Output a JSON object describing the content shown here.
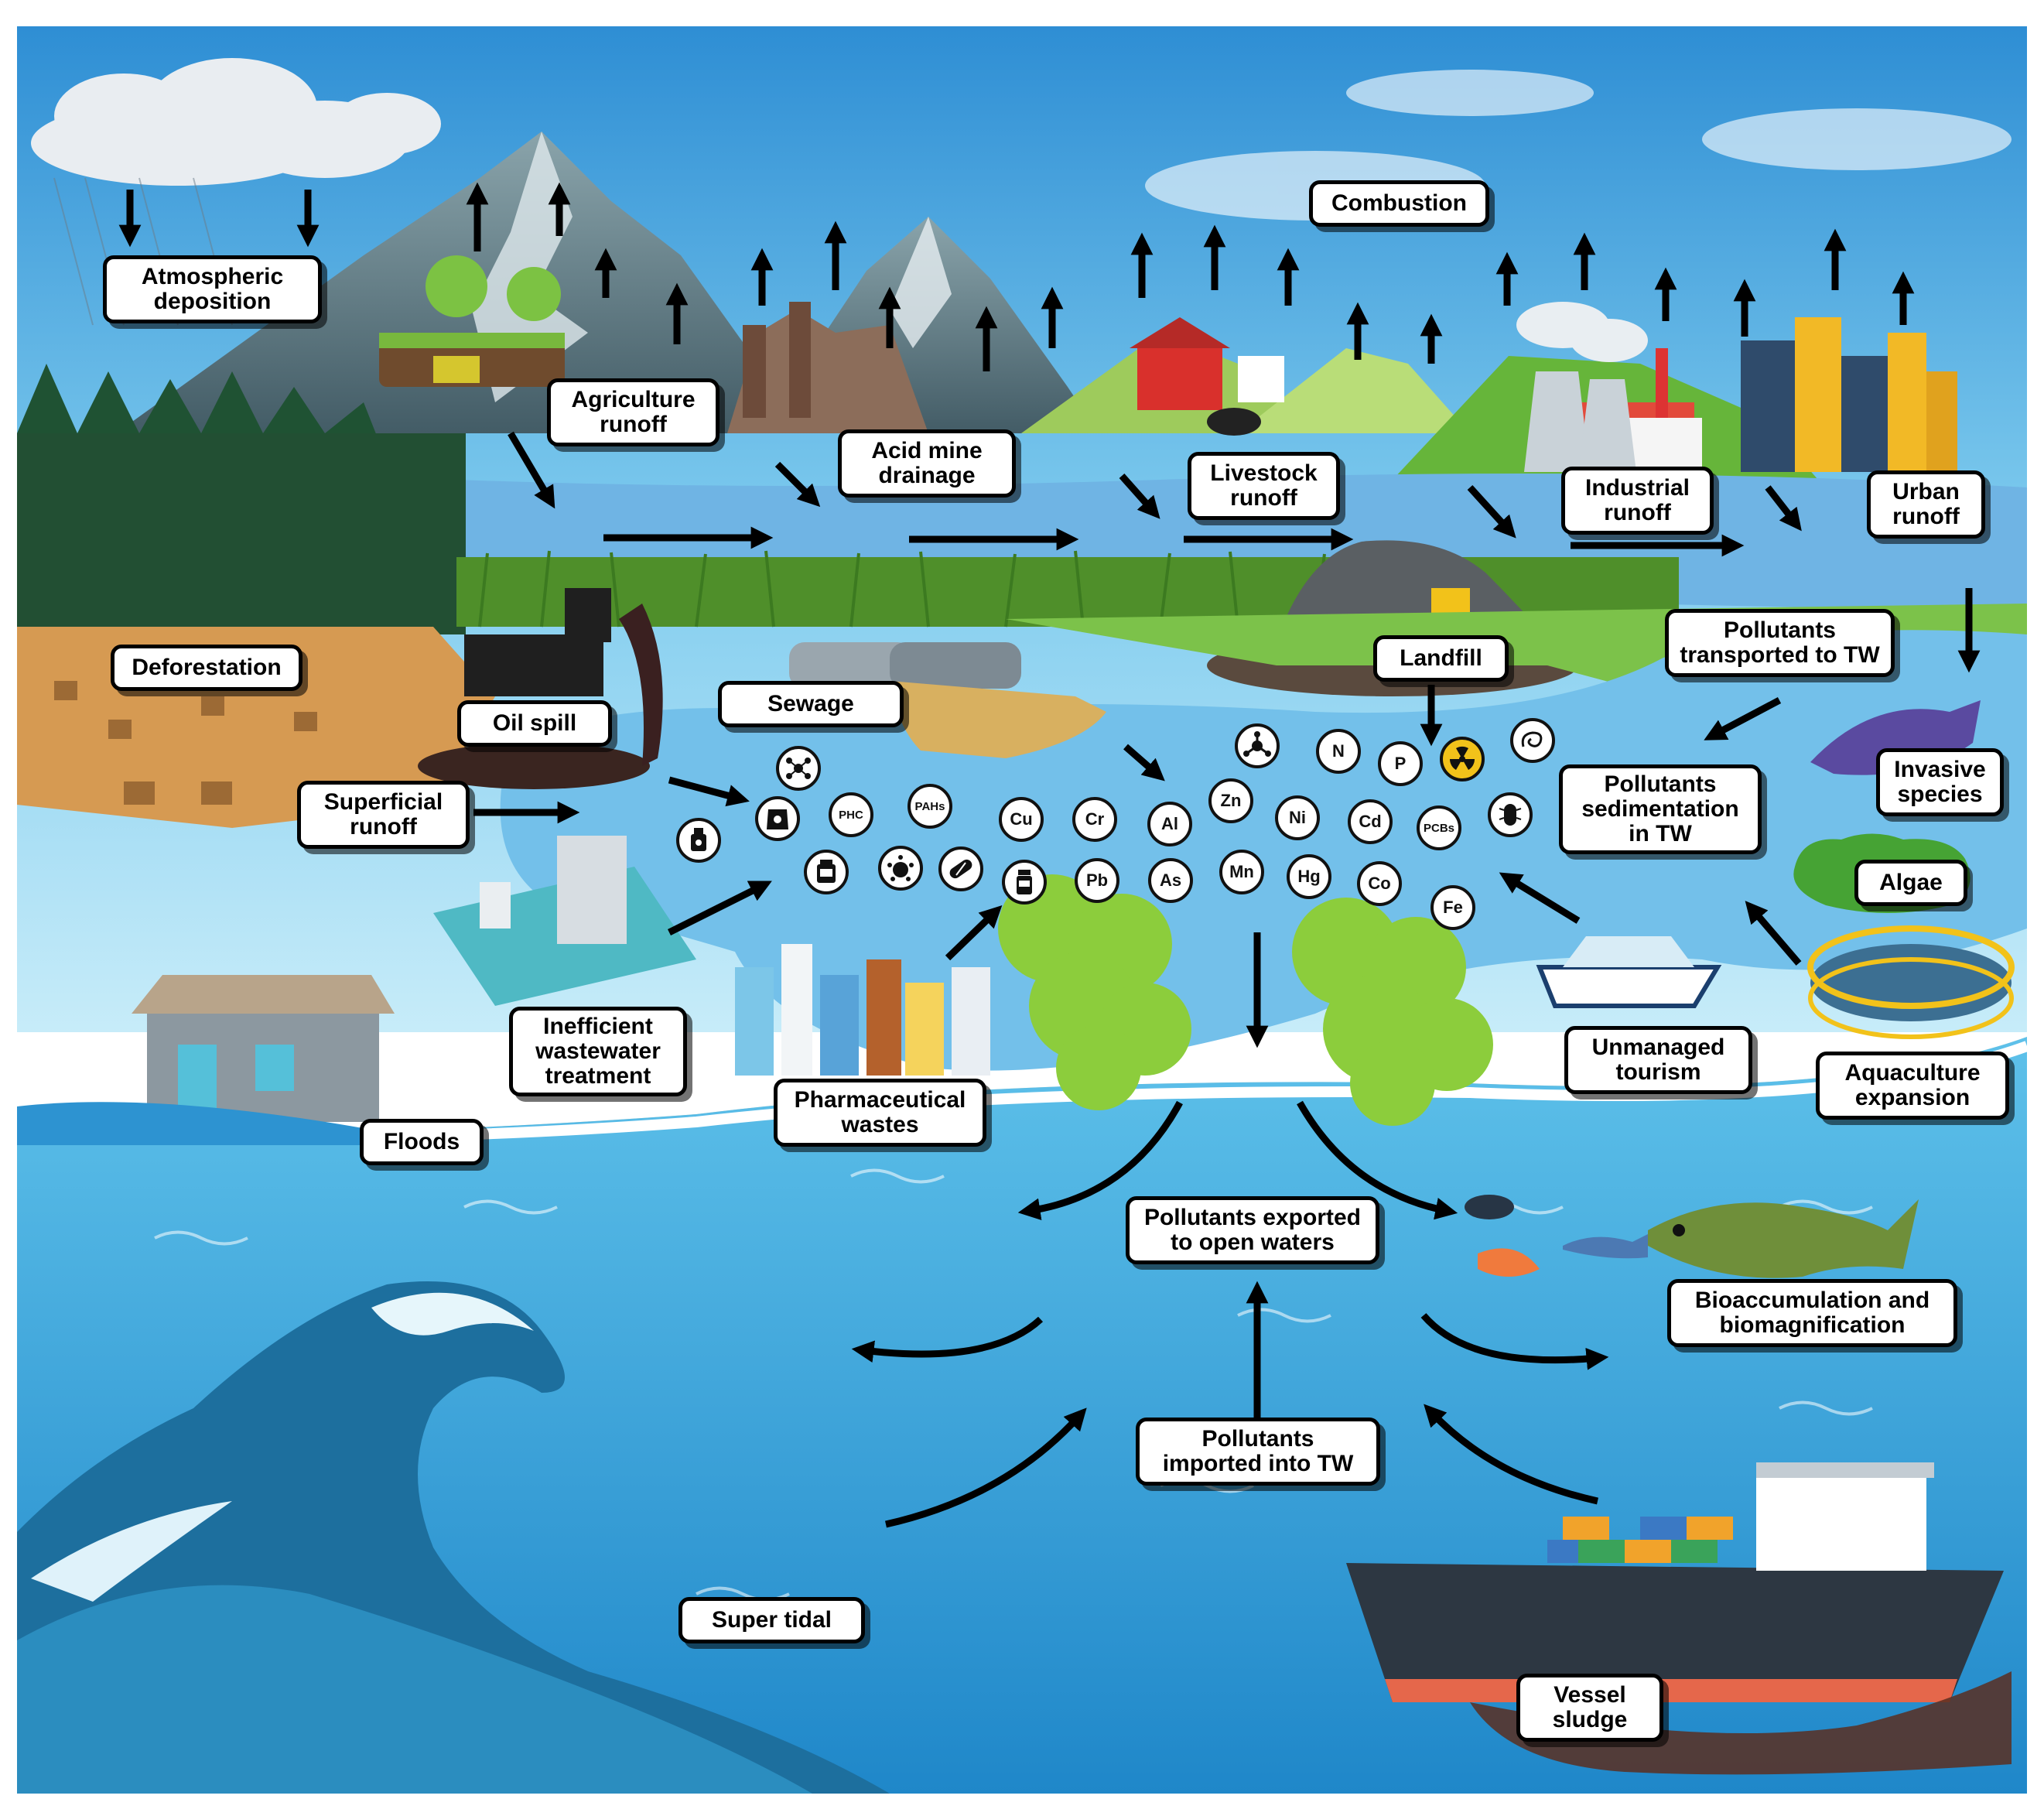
{
  "labels": {
    "atmospheric_deposition": "Atmospheric\ndeposition",
    "combustion": "Combustion",
    "agriculture_runoff": "Agriculture\nrunoff",
    "acid_mine_drainage": "Acid mine\ndrainage",
    "livestock_runoff": "Livestock\nrunoff",
    "industrial_runoff": "Industrial\nrunoff",
    "urban_runoff": "Urban\nrunoff",
    "pollutants_transported": "Pollutants\ntransported to TW",
    "deforestation": "Deforestation",
    "oil_spill": "Oil spill",
    "sewage": "Sewage",
    "landfill": "Landfill",
    "superficial_runoff": "Superficial\nrunoff",
    "pollutants_sedimentation": "Pollutants\nsedimentation\nin TW",
    "invasive_species": "Invasive\nspecies",
    "algae": "Algae",
    "inefficient_wastewater": "Inefficient\nwastewater\ntreatment",
    "pharmaceutical_wastes": "Pharmaceutical\nwastes",
    "unmanaged_tourism": "Unmanaged\ntourism",
    "aquaculture_expansion": "Aquaculture\nexpansion",
    "floods": "Floods",
    "pollutants_exported": "Pollutants exported\nto open waters",
    "bioaccumulation": "Bioaccumulation and\nbiomagnification",
    "pollutants_imported": "Pollutants\nimported into TW",
    "super_tidal": "Super tidal",
    "vessel_sludge": "Vessel\nsludge"
  },
  "pollutants": {
    "n": "N",
    "p": "P",
    "zn": "Zn",
    "ni": "Ni",
    "cd": "Cd",
    "pcbs": "PCBs",
    "phc": "PHC",
    "pahs": "PAHs",
    "cu": "Cu",
    "cr": "Cr",
    "al": "Al",
    "pb": "Pb",
    "as": "As",
    "mn": "Mn",
    "hg": "Hg",
    "co": "Co",
    "fe": "Fe"
  },
  "icons": [
    "microplastic-icon",
    "drug-molecule-icon",
    "radioactive-icon",
    "bacteria-icon",
    "virus-icon",
    "pill-icon",
    "medicine-bottle-icon",
    "pesticide-icon",
    "fertilizer-icon",
    "chemical-molecule-icon",
    "worm-icon"
  ],
  "colors": {
    "sky": "#6cc4ec",
    "sea": "#2d93d1",
    "river": "#6fb4e4",
    "sand": "#efd6a3",
    "land_green": "#7cc24a",
    "arrow": "#000000",
    "label_border": "#000000"
  }
}
